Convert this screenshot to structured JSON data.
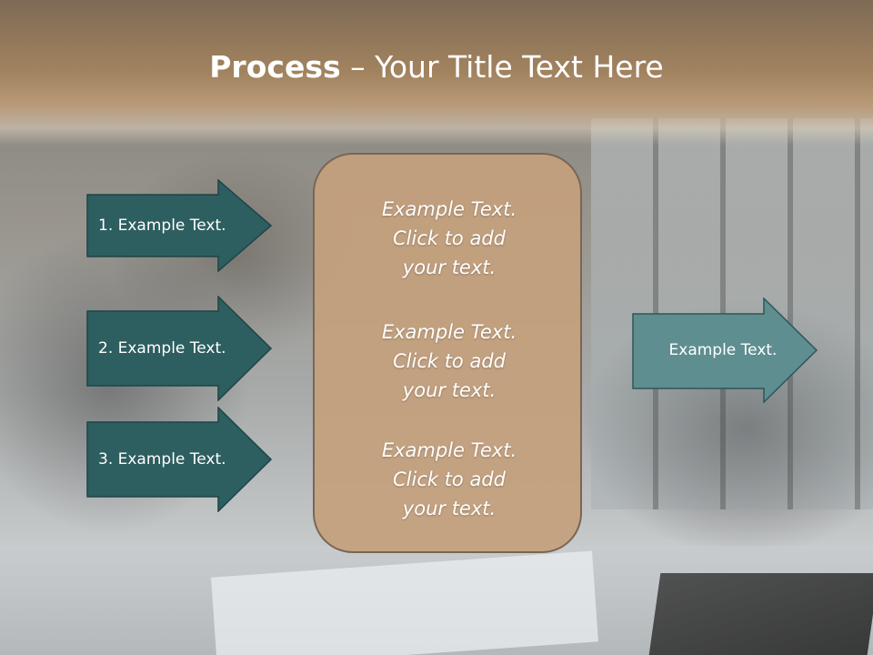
{
  "slide": {
    "title_bold": "Process",
    "title_rest": " – Your Title Text Here"
  },
  "left_arrows": [
    {
      "label": "1. Example Text."
    },
    {
      "label": "2. Example Text."
    },
    {
      "label": "3. Example Text."
    }
  ],
  "center_box": {
    "blocks": [
      {
        "lines": [
          "Example Text.",
          "Click  to add",
          "your text."
        ]
      },
      {
        "lines": [
          "Example Text.",
          "Click  to add",
          "your text."
        ]
      },
      {
        "lines": [
          "Example Text.",
          "Click  to add",
          "your text."
        ]
      }
    ]
  },
  "right_arrow": {
    "label": "Example Text."
  },
  "colors": {
    "header": "#a2835f",
    "left_arrow_fill": "#2d5e60",
    "right_arrow_fill": "#5e8e90",
    "center_box_fill": "#c4a07d",
    "text": "#ffffff"
  }
}
